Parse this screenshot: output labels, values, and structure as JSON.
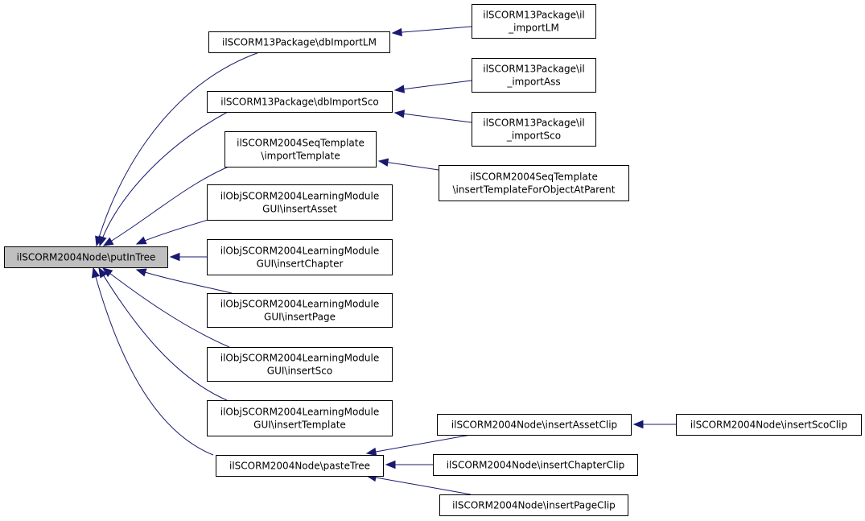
{
  "diagram": {
    "type": "call-graph",
    "nodes": {
      "putInTree": [
        "ilSCORM2004Node\\putInTree"
      ],
      "dbImportLM": [
        "ilSCORM13Package\\dbImportLM"
      ],
      "il_importLM": [
        "ilSCORM13Package\\il",
        "_importLM"
      ],
      "dbImportSco": [
        "ilSCORM13Package\\dbImportSco"
      ],
      "il_importAss": [
        "ilSCORM13Package\\il",
        "_importAss"
      ],
      "il_importSco": [
        "ilSCORM13Package\\il",
        "_importSco"
      ],
      "importTemplate": [
        "ilSCORM2004SeqTemplate",
        "\\importTemplate"
      ],
      "insertTemplateForObjectAtParent": [
        "ilSCORM2004SeqTemplate",
        "\\insertTemplateForObjectAtParent"
      ],
      "insertAsset": [
        "ilObjSCORM2004LearningModule",
        "GUI\\insertAsset"
      ],
      "insertChapter": [
        "ilObjSCORM2004LearningModule",
        "GUI\\insertChapter"
      ],
      "insertPage": [
        "ilObjSCORM2004LearningModule",
        "GUI\\insertPage"
      ],
      "insertSco": [
        "ilObjSCORM2004LearningModule",
        "GUI\\insertSco"
      ],
      "insertTemplate": [
        "ilObjSCORM2004LearningModule",
        "GUI\\insertTemplate"
      ],
      "pasteTree": [
        "ilSCORM2004Node\\pasteTree"
      ],
      "insertAssetClip": [
        "ilSCORM2004Node\\insertAssetClip"
      ],
      "insertScoClip": [
        "ilSCORM2004Node\\insertScoClip"
      ],
      "insertChapterClip": [
        "ilSCORM2004Node\\insertChapterClip"
      ],
      "insertPageClip": [
        "ilSCORM2004Node\\insertPageClip"
      ]
    },
    "edges": [
      {
        "from": "dbImportLM",
        "to": "putInTree"
      },
      {
        "from": "dbImportSco",
        "to": "putInTree"
      },
      {
        "from": "importTemplate",
        "to": "putInTree"
      },
      {
        "from": "insertAsset",
        "to": "putInTree"
      },
      {
        "from": "insertChapter",
        "to": "putInTree"
      },
      {
        "from": "insertPage",
        "to": "putInTree"
      },
      {
        "from": "insertSco",
        "to": "putInTree"
      },
      {
        "from": "insertTemplate",
        "to": "putInTree"
      },
      {
        "from": "pasteTree",
        "to": "putInTree"
      },
      {
        "from": "il_importLM",
        "to": "dbImportLM"
      },
      {
        "from": "il_importAss",
        "to": "dbImportSco"
      },
      {
        "from": "il_importSco",
        "to": "dbImportSco"
      },
      {
        "from": "insertTemplateForObjectAtParent",
        "to": "importTemplate"
      },
      {
        "from": "insertAssetClip",
        "to": "pasteTree"
      },
      {
        "from": "insertChapterClip",
        "to": "pasteTree"
      },
      {
        "from": "insertPageClip",
        "to": "pasteTree"
      },
      {
        "from": "insertScoClip",
        "to": "insertAssetClip"
      }
    ],
    "colors": {
      "edge": "#191970",
      "root_fill": "#bfbfbf",
      "node_fill": "#ffffff",
      "border": "#000000"
    }
  }
}
